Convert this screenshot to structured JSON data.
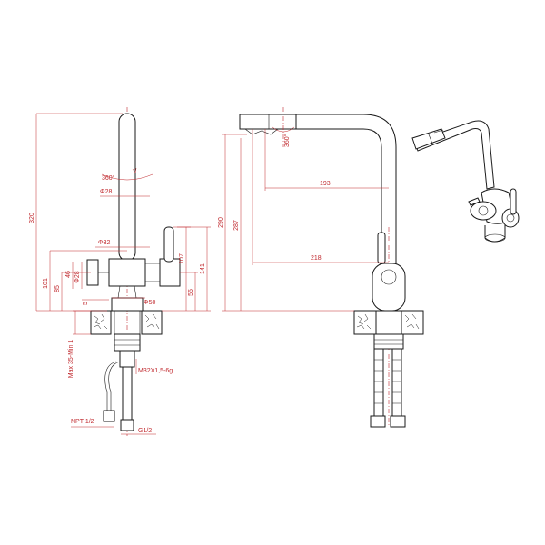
{
  "figure": "technical-drawing-kitchen-faucet",
  "colors": {
    "dimension": "#c0282d",
    "outline": "#1a1a1a",
    "background": "#ffffff"
  },
  "side_view": {
    "rotation": "360°",
    "spout_diameter": "Φ28",
    "handle_diameter": "Φ32",
    "total_height": "320",
    "body_height_101": "101",
    "body_height_85": "85",
    "lever_height_46": "46",
    "lever_diameter": "Φ28",
    "base_offset": "5",
    "base_diameter": "Φ50",
    "handle_height_107": "107",
    "handle_height_141": "141",
    "handle_height_55": "55",
    "deck_thickness": "Max 35-Min 1",
    "mount_thread": "M32X1,5-6g",
    "hose_thread": "NPT 1/2",
    "inlet_thread": "G1/2"
  },
  "front_view": {
    "rotation": "360°",
    "reach_193": "193",
    "reach_218": "218",
    "height_290": "290",
    "height_287": "287"
  }
}
